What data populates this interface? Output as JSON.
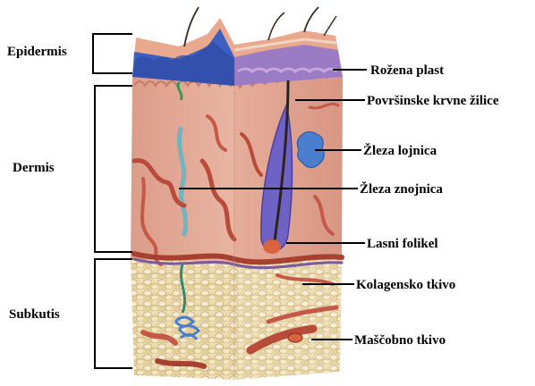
{
  "left_labels": {
    "epidermis": "Epidermis",
    "dermis": "Dermis",
    "subkutis": "Subkutis"
  },
  "right_labels": {
    "rozena_plast": "Rožena plast",
    "povrsinske_krvne_zilice": "Površinske krvne žilice",
    "zleza_lojnica": "Žleza lojnica",
    "zleza_znojnica": "Žleza znojnica",
    "lasni_folikel": "Lasni folikel",
    "kolagensko_tkivo": "Kolagensko tkivo",
    "mascobno_tkivo": "Maščobno tkivo"
  },
  "colors": {
    "epidermis_blue": "#3d5fc2",
    "dermis_pink": "#e3a795",
    "subcutis_cream": "#ecd9a6",
    "vessel_red": "#b94b3a",
    "gland_blue": "#4a7fd0"
  }
}
